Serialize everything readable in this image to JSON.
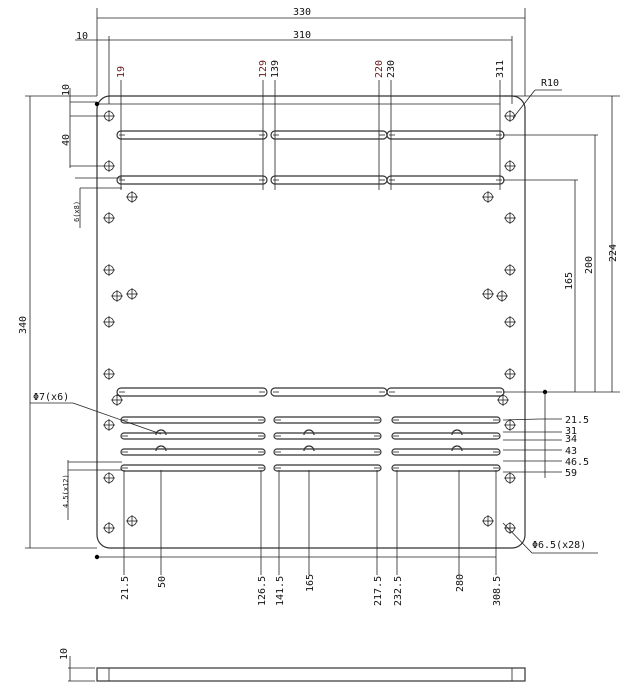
{
  "drawing": {
    "overall_width": "330",
    "inner_width": "310",
    "left_offset": "10",
    "top_positions": [
      "19",
      "129",
      "139",
      "220",
      "230",
      "311"
    ],
    "corner_radius": "R10",
    "height": "340",
    "top_hole_offset": "10",
    "hole_pitch": "40",
    "slot_width_top": "6(x8)",
    "slot_width_bottom": "4.5(x12)",
    "right_dims": [
      "224",
      "200",
      "165"
    ],
    "row_dims": [
      "21.5",
      "31",
      "34",
      "43",
      "46.5",
      "59"
    ],
    "bottom_positions": [
      "21.5",
      "50",
      "126.5",
      "141.5",
      "165",
      "217.5",
      "232.5",
      "280",
      "308.5"
    ],
    "big_hole_note": "Φ7(x6)",
    "small_hole_note": "Φ6.5(x28)",
    "thickness": "10"
  }
}
